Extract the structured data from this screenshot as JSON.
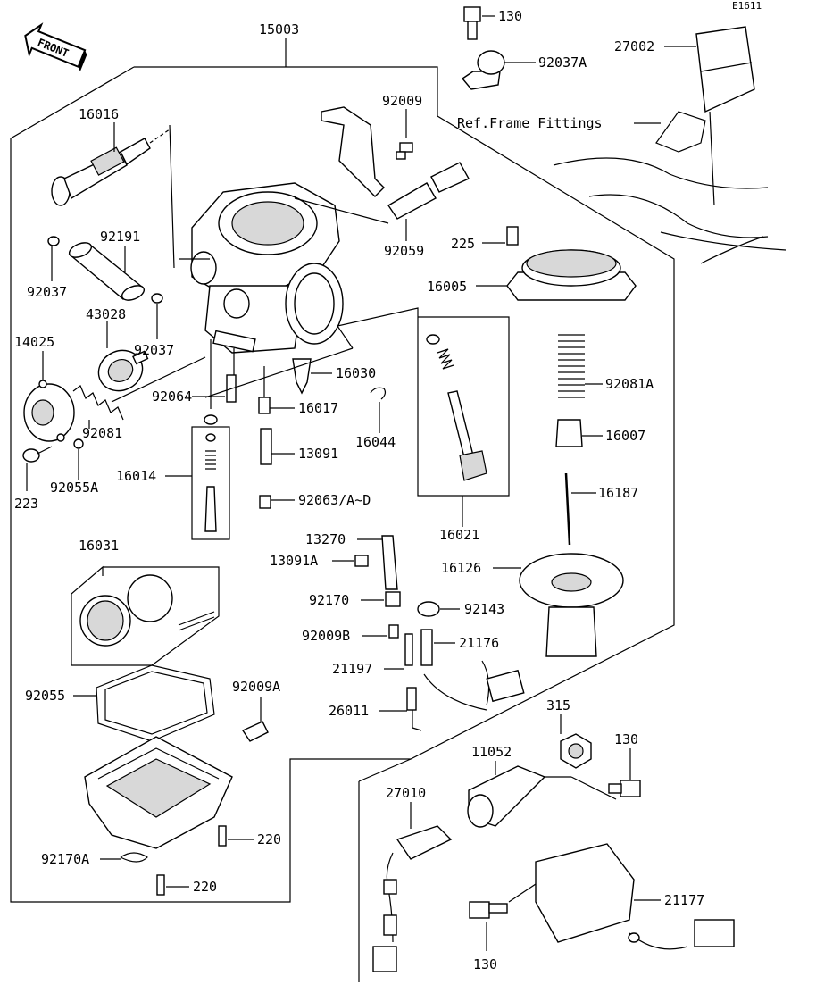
{
  "corner_code": "E1611",
  "front_label": "FRONT",
  "ref_note": "Ref.Frame Fittings",
  "labels": {
    "p15003": "15003",
    "p16016": "16016",
    "p92191": "92191",
    "p92037_a": "92037",
    "p92037_b": "92037",
    "p43028": "43028",
    "p14025": "14025",
    "p92081": "92081",
    "p223": "223",
    "p92055A": "92055A",
    "p92064": "92064",
    "p16014": "16014",
    "p92009": "92009",
    "p92059": "92059",
    "p16030": "16030",
    "p16017": "16017",
    "p16044": "16044",
    "p13091": "13091",
    "p92063": "92063/A~D",
    "p16021": "16021",
    "p225": "225",
    "p16005": "16005",
    "p92081A": "92081A",
    "p16007": "16007",
    "p16187": "16187",
    "p16126": "16126",
    "p130_top": "130",
    "p92037A": "92037A",
    "p27002": "27002",
    "p16031": "16031",
    "p13270": "13270",
    "p13091A": "13091A",
    "p92170": "92170",
    "p92143": "92143",
    "p92009B": "92009B",
    "p21176": "21176",
    "p21197": "21197",
    "p26011": "26011",
    "p92055": "92055",
    "p92009A": "92009A",
    "p220_a": "220",
    "p220_b": "220",
    "p92170A": "92170A",
    "p315": "315",
    "p130_mid": "130",
    "p11052": "11052",
    "p27010": "27010",
    "p21177": "21177",
    "p130_bot": "130"
  }
}
